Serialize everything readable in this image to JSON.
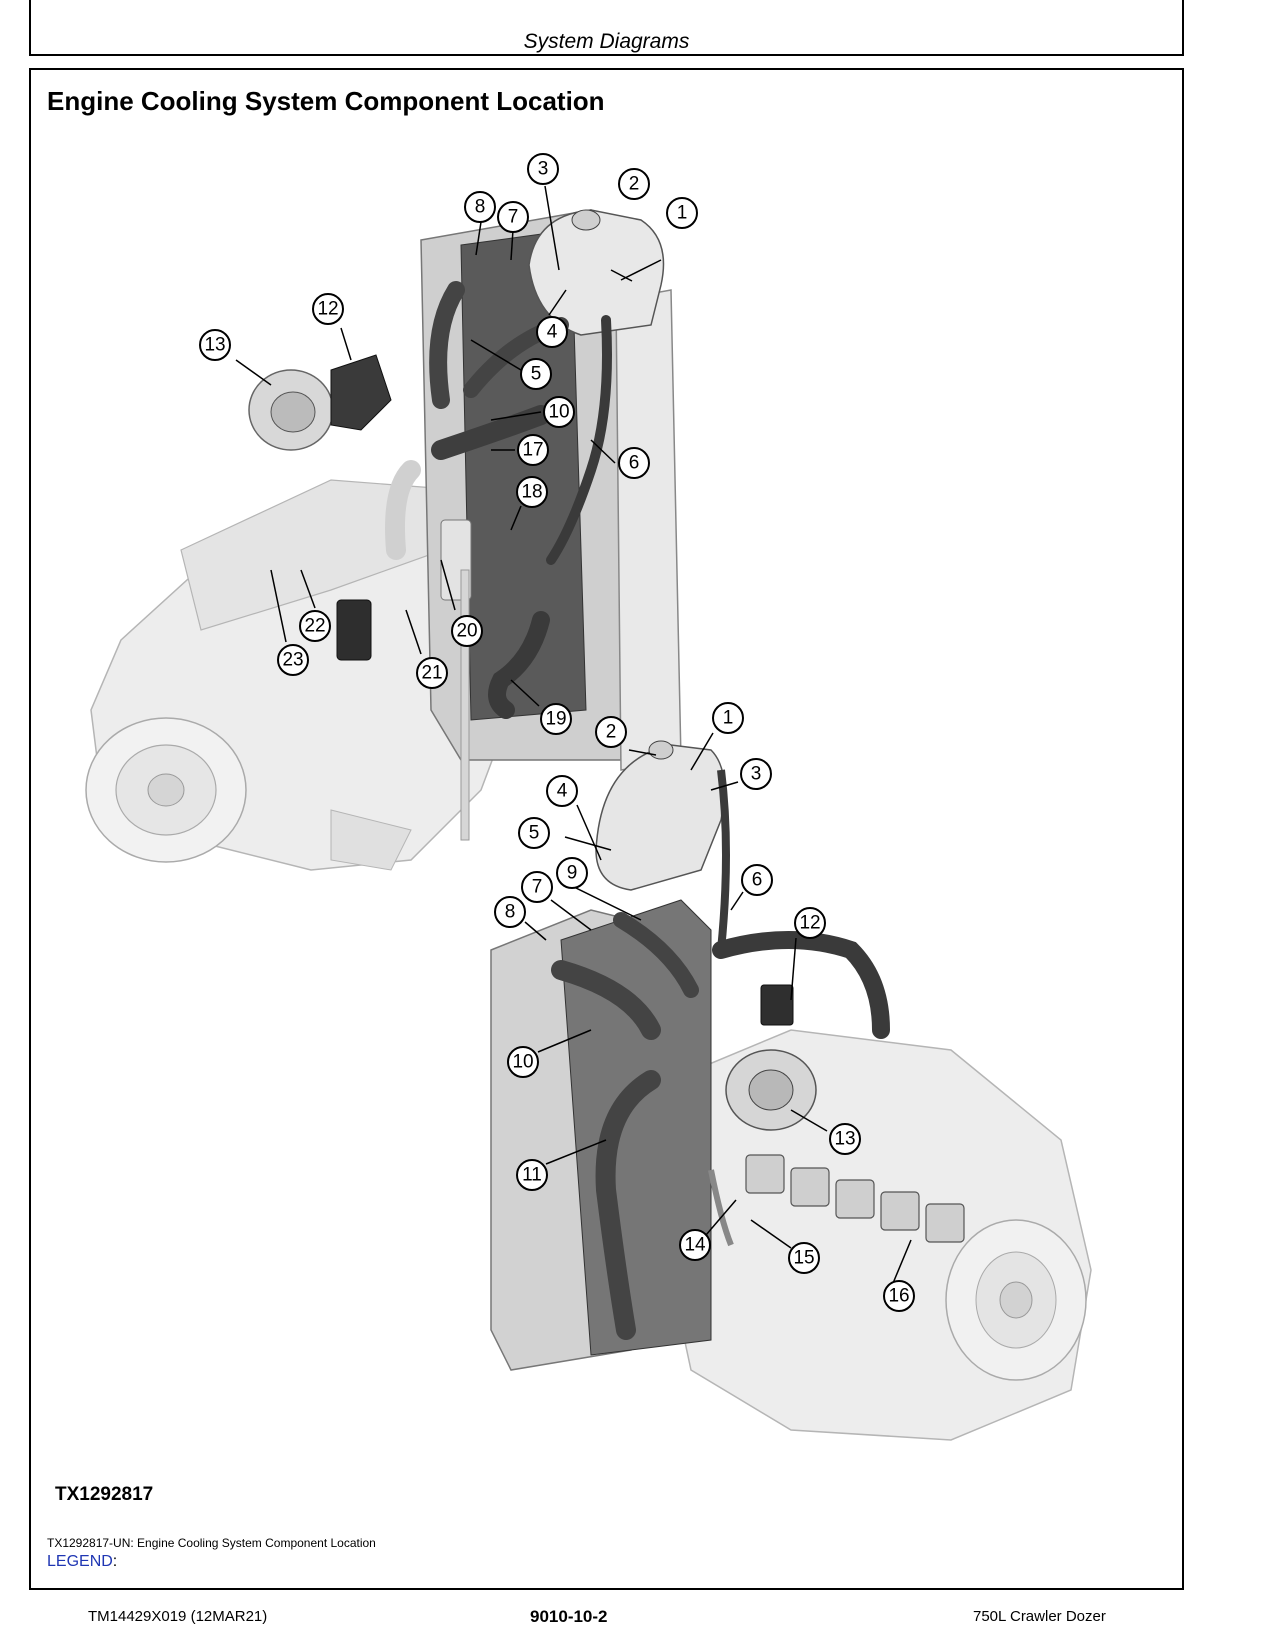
{
  "header": {
    "title": "System Diagrams"
  },
  "section": {
    "title": "Engine Cooling System Component Location"
  },
  "figure": {
    "id": "TX1292817",
    "caption": "TX1292817-UN: Engine Cooling System Component Location",
    "legend_label": "LEGEND",
    "legend_colon": ":",
    "top_view_callouts": [
      "1",
      "2",
      "3",
      "4",
      "5",
      "6",
      "7",
      "8",
      "10",
      "12",
      "13",
      "17",
      "18",
      "19",
      "20",
      "21",
      "22",
      "23"
    ],
    "bottom_view_callouts": [
      "1",
      "2",
      "3",
      "4",
      "5",
      "6",
      "7",
      "8",
      "9",
      "10",
      "11",
      "12",
      "13",
      "14",
      "15",
      "16"
    ]
  },
  "footer": {
    "doc_number": "TM14429X019 (12MAR21)",
    "page_number": "9010-10-2",
    "machine": "750L Crawler Dozer"
  }
}
